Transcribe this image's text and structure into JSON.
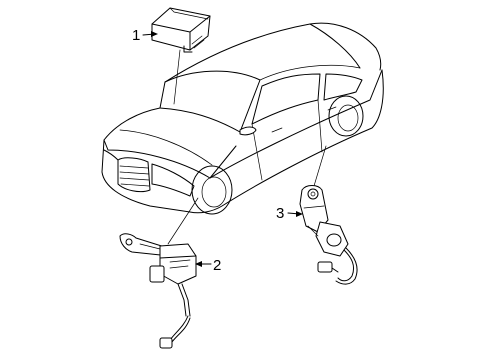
{
  "callouts": [
    {
      "label": "1"
    },
    {
      "label": "2"
    },
    {
      "label": "3"
    }
  ],
  "parts": [
    {
      "icon": "control-module-icon"
    },
    {
      "icon": "front-level-sensor-icon"
    },
    {
      "icon": "rear-level-sensor-icon"
    }
  ]
}
